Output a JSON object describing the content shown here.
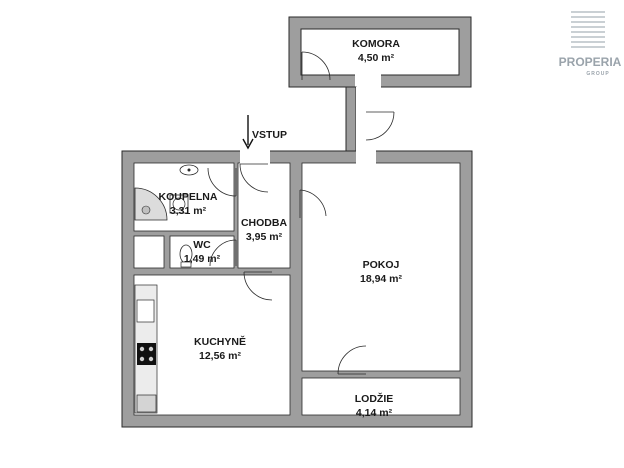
{
  "brand": {
    "name": "PROPERIA",
    "sub": "GROUP"
  },
  "entrance_label": "VSTUP",
  "rooms": [
    {
      "id": "komora",
      "name": "KOMORA",
      "area": "4,50 m²"
    },
    {
      "id": "koupelna",
      "name": "KOUPELNA",
      "area": "3,31 m²"
    },
    {
      "id": "chodba",
      "name": "CHODBA",
      "area": "3,95 m²"
    },
    {
      "id": "wc",
      "name": "WC",
      "area": "1,49 m²"
    },
    {
      "id": "pokoj",
      "name": "POKOJ",
      "area": "18,94 m²"
    },
    {
      "id": "kuchyne",
      "name": "KUCHYNĚ",
      "area": "12,56 m²"
    },
    {
      "id": "lodzie",
      "name": "LODŽIE",
      "area": "4,14 m²"
    }
  ],
  "colors": {
    "wall": "#9a9a9a",
    "wall_outline": "#2a2a2a",
    "text": "#1a1a1a",
    "logo": "#9aa3ab"
  }
}
